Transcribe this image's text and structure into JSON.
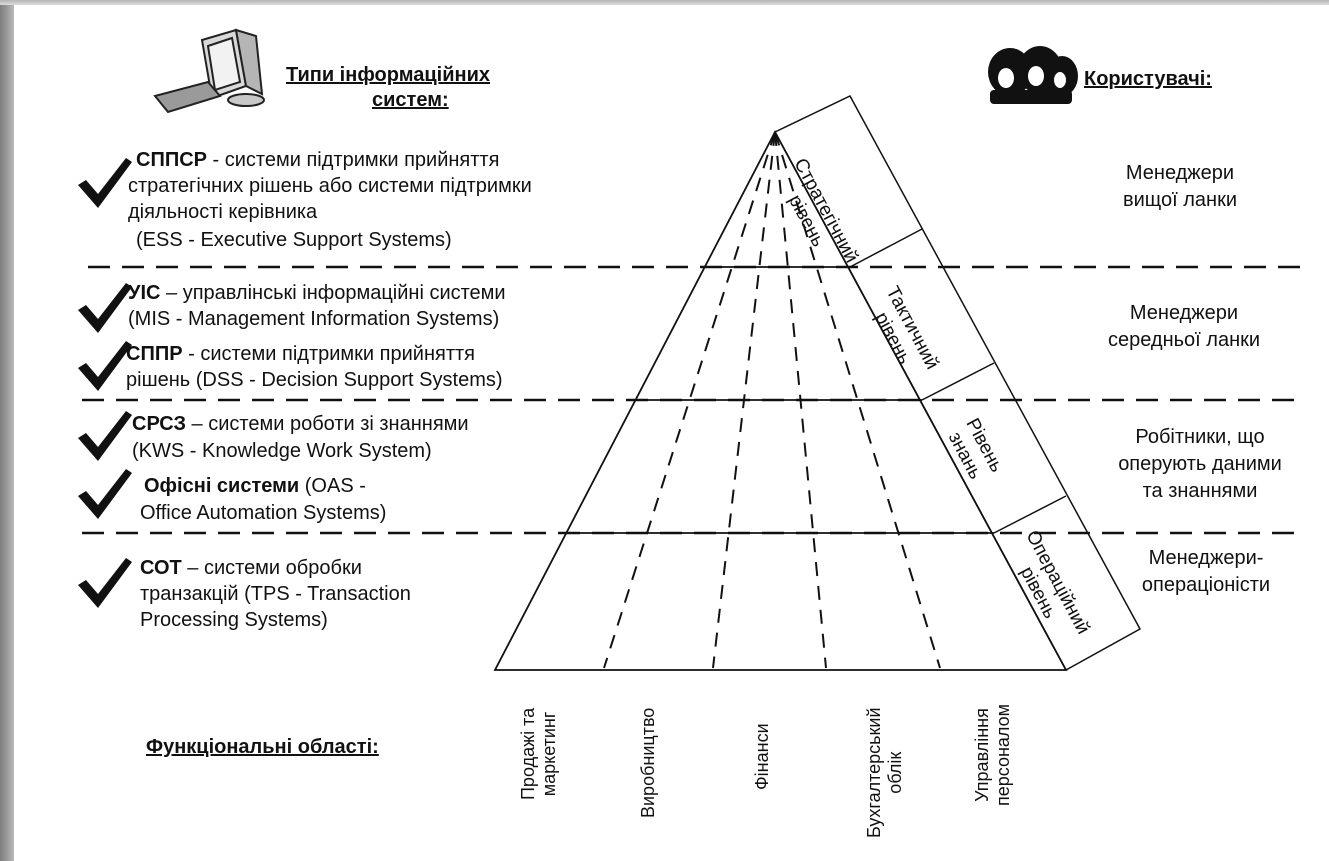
{
  "header": {
    "types_title_line1": "Типи інформаційних",
    "types_title_line2": "систем:",
    "users_title": "Користувачі:"
  },
  "systems": [
    {
      "abbr": "СППСР",
      "line1": " - системи підтримки прийняття",
      "line2": "стратегічних рішень або системи підтримки",
      "line3": "діяльності керівника",
      "line4": "(ESS - Executive Support Systems)"
    },
    {
      "abbr": "УІС",
      "line1": " – управлінські інформаційні системи",
      "line2": "(MIS - Management Information Systems)"
    },
    {
      "abbr": "СППР",
      "line1": " - системи підтримки прийняття",
      "line2": "рішень (DSS - Decision Support Systems)"
    },
    {
      "abbr": "СРСЗ",
      "line1": " – системи роботи зі  знаннями",
      "line2": "(KWS - Knowledge Work System)"
    },
    {
      "abbr": "Офісні системи",
      "line1": " (OAS -",
      "line2": "Office Automation Systems)"
    },
    {
      "abbr": "СОТ",
      "line1": " – системи обробки",
      "line2": "транзакцій (TPS - Transaction",
      "line3": "Processing Systems)"
    }
  ],
  "users": [
    {
      "line1": "Менеджери",
      "line2": "вищої ланки"
    },
    {
      "line1": "Менеджери",
      "line2": "середньої ланки"
    },
    {
      "line1": "Робітники, що",
      "line2": "оперують даними",
      "line3": "та знаннями"
    },
    {
      "line1": "Менеджери-",
      "line2": "операціоністи"
    }
  ],
  "levels": [
    {
      "line1": "Стратегічний",
      "line2": "рівень"
    },
    {
      "line1": "Тактичний",
      "line2": "рівень"
    },
    {
      "line1": "Рівень",
      "line2": "знань"
    },
    {
      "line1": "Операційний",
      "line2": "рівень"
    }
  ],
  "functional": {
    "title": "Функціональні області:",
    "areas": [
      {
        "line1": "Продажі та",
        "line2": "маркетинг"
      },
      {
        "line1": "Виробництво",
        "line2": ""
      },
      {
        "line1": "Фінанси",
        "line2": ""
      },
      {
        "line1": "Бухгалтерський",
        "line2": "облік"
      },
      {
        "line1": "Управління",
        "line2": "персоналом"
      }
    ]
  }
}
